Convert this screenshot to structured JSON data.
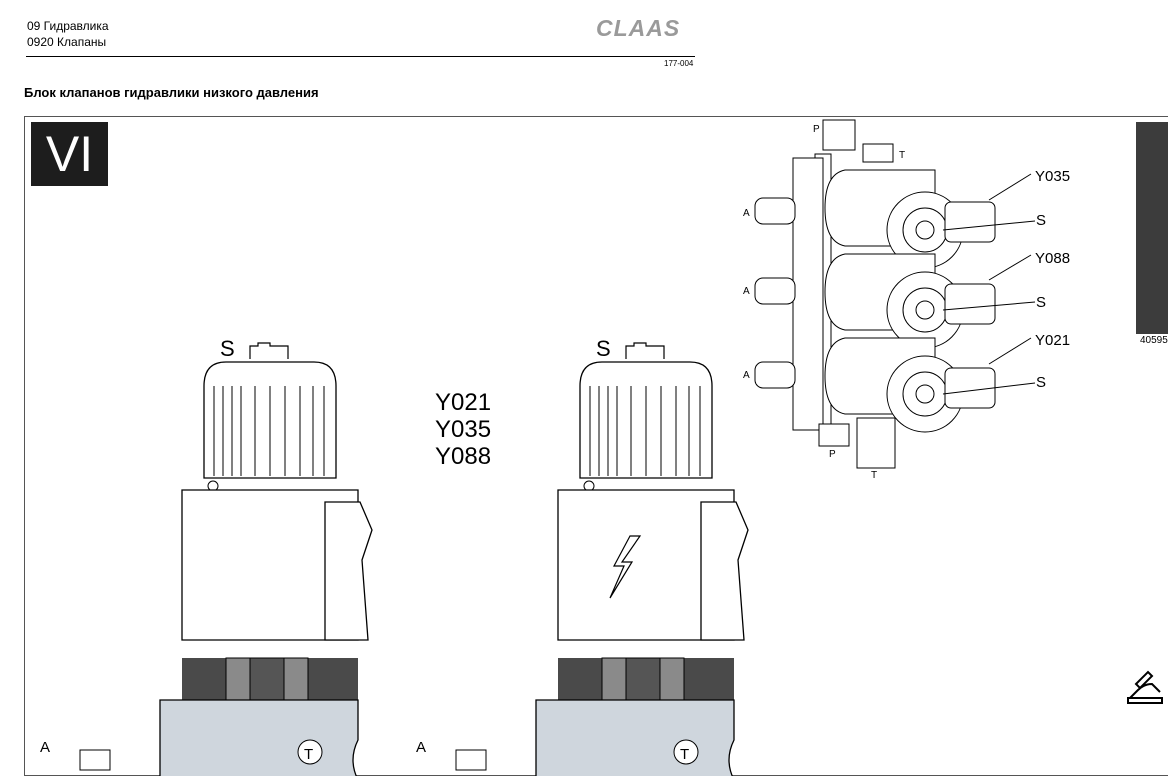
{
  "header": {
    "line1": "09 Гидравлика",
    "line2": "0920 Клапаны",
    "brand": "CLAAS",
    "doc_number": "177-004"
  },
  "page_title": "Блок клапанов гидравлики низкого давления",
  "section_badge": "VI",
  "valve_codes": [
    "Y021",
    "Y035",
    "Y088"
  ],
  "drawing_labels": {
    "S": "S",
    "A": "A",
    "T": "T",
    "P": "P"
  },
  "photo_ref": "40595",
  "callouts": [
    "Y035",
    "Y088",
    "Y021"
  ],
  "colors": {
    "badge_bg": "#1d1d1d",
    "logo_gray": "#9a9a9a"
  }
}
